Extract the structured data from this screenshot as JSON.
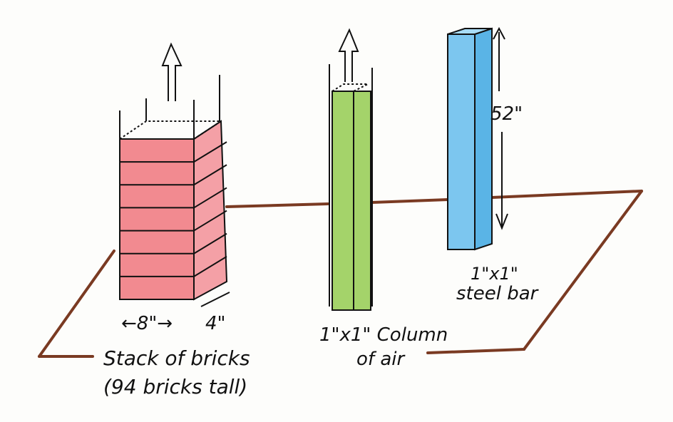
{
  "labels": {
    "bricks_width": "←8\"→",
    "bricks_depth": "4\"",
    "bricks_caption_line1": "Stack of bricks",
    "bricks_caption_line2": "(94 bricks tall)",
    "air_caption_line1": "1\"x1\" Column",
    "air_caption_line2": "of air",
    "steel_caption_line1": "1\"x1\"",
    "steel_caption_line2": "steel bar",
    "steel_height": "52\""
  },
  "colors": {
    "ground": "#7a3a22",
    "bricks": "#e8505a",
    "air": "#8cc653",
    "steel": "#5ab4e6"
  }
}
